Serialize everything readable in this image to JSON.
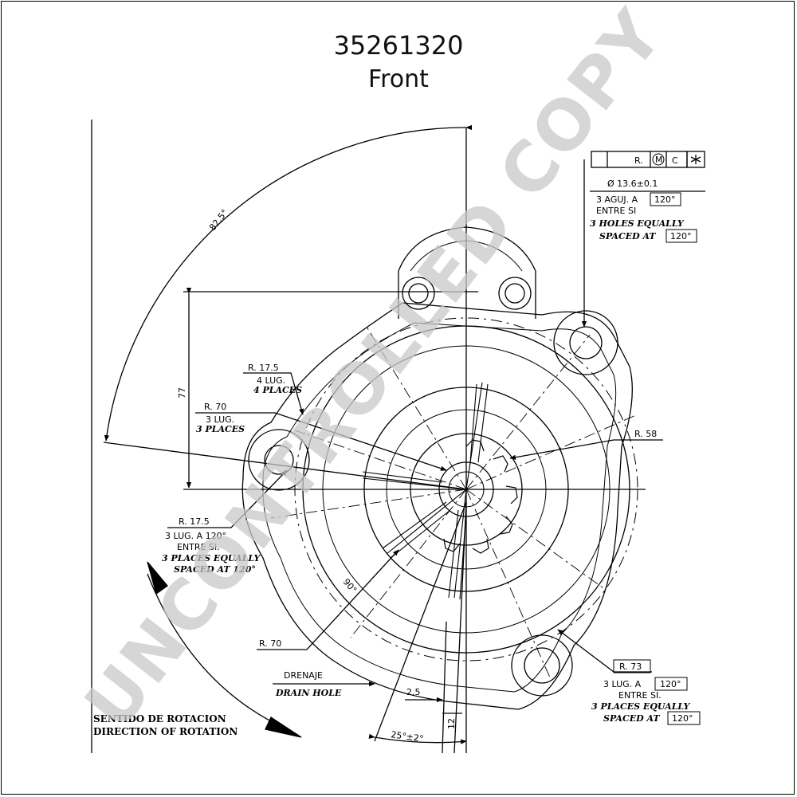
{
  "header": {
    "part_number": "35261320",
    "view": "Front"
  },
  "watermark": "UNCONTROLLED COPY",
  "callouts": {
    "angle_82": "82.5°",
    "dim_77": "77",
    "r175_top": {
      "radius": "R. 17.5",
      "line1": "4 LUG.",
      "line2": "4 PLACES"
    },
    "r70_top": {
      "radius": "R. 70",
      "line1": "3 LUG.",
      "line2": "3 PLACES"
    },
    "r58": "R. 58",
    "r175_left": {
      "radius": "R. 17.5",
      "line1": "3 LUG. A 120°",
      "line2": "ENTRE SI.",
      "line3": "3 PLACES EQUALLY",
      "line4": "SPACED AT 120°"
    },
    "angle_90": "90°",
    "r70_bottom": "R. 70",
    "drain": {
      "es": "DRENAJE",
      "en": "DRAIN HOLE"
    },
    "dim_25": "2.5",
    "dim_12": "12",
    "angle_25": "25°±2°",
    "rotation": {
      "es": "SENTIDO DE ROTACION",
      "en": "DIRECTION OF ROTATION"
    },
    "r73": {
      "radius": "R. 73",
      "line1": "3 LUG. A",
      "angle": "120°",
      "line2": "ENTRE SI.",
      "line3": "3 PLACES EQUALLY",
      "line4": "SPACED AT",
      "angle2": "120°"
    },
    "holes_top_right": {
      "fcf_r": "R.",
      "fcf_m": "M",
      "fcf_c": "C",
      "diameter": "Ø 13.6±0.1",
      "line1": "3 AGUJ. A",
      "angle": "120°",
      "line2": "ENTRE SI",
      "line3": "3 HOLES EQUALLY",
      "line4": "SPACED AT",
      "angle2": "120°"
    }
  }
}
